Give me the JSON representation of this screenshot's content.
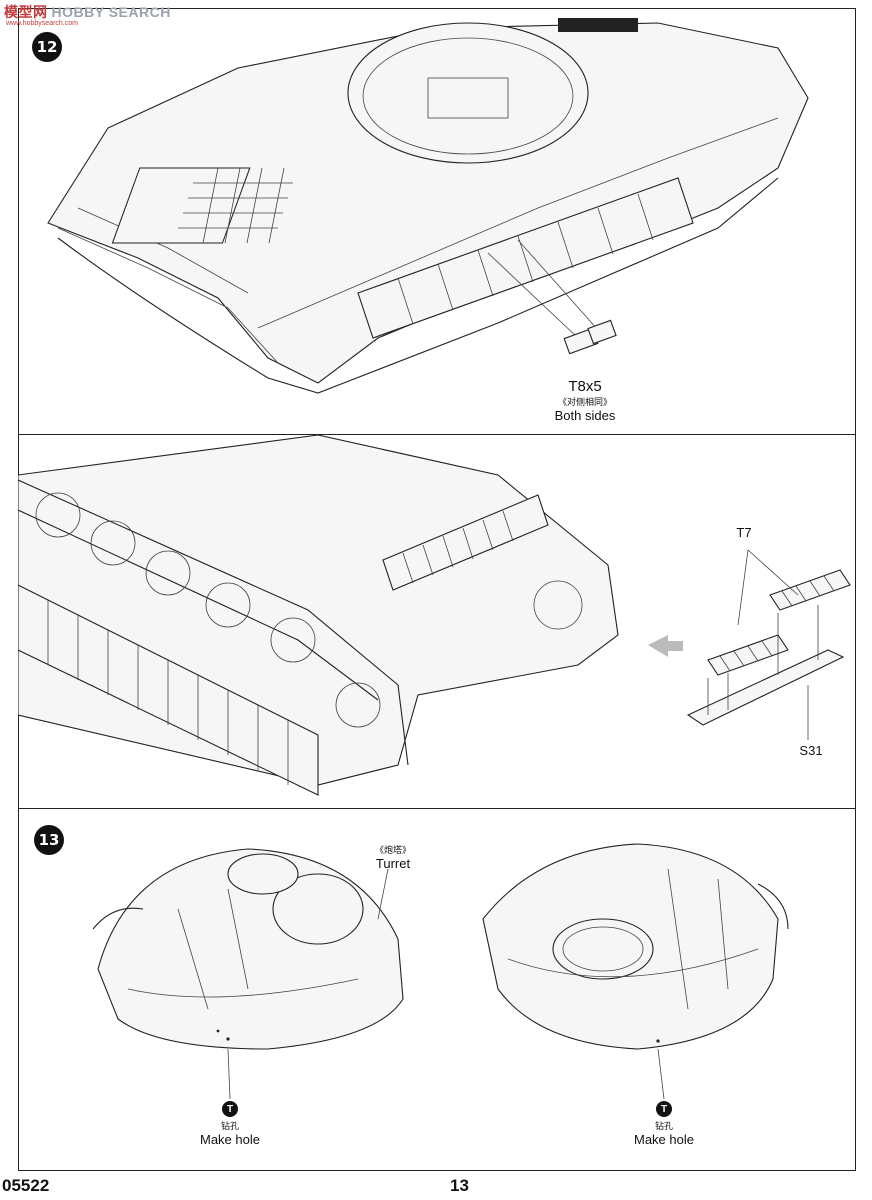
{
  "watermark": {
    "cn": "模型网",
    "text": "HOBBY SEARCH",
    "sub": "www.hobbysearch.com"
  },
  "steps": {
    "step12": "12",
    "step13": "13"
  },
  "step12": {
    "part": "T8x5",
    "note_cn": "《对侧相同》",
    "note": "Both sides"
  },
  "step12b": {
    "part_top": "T7",
    "part_bottom": "S31"
  },
  "step13": {
    "turret_cn": "《炮塔》",
    "turret": "Turret",
    "hole_cn": "钻孔",
    "hole": "Make hole",
    "tool_symbol": "T"
  },
  "footer": {
    "code": "05522",
    "page": "13"
  }
}
